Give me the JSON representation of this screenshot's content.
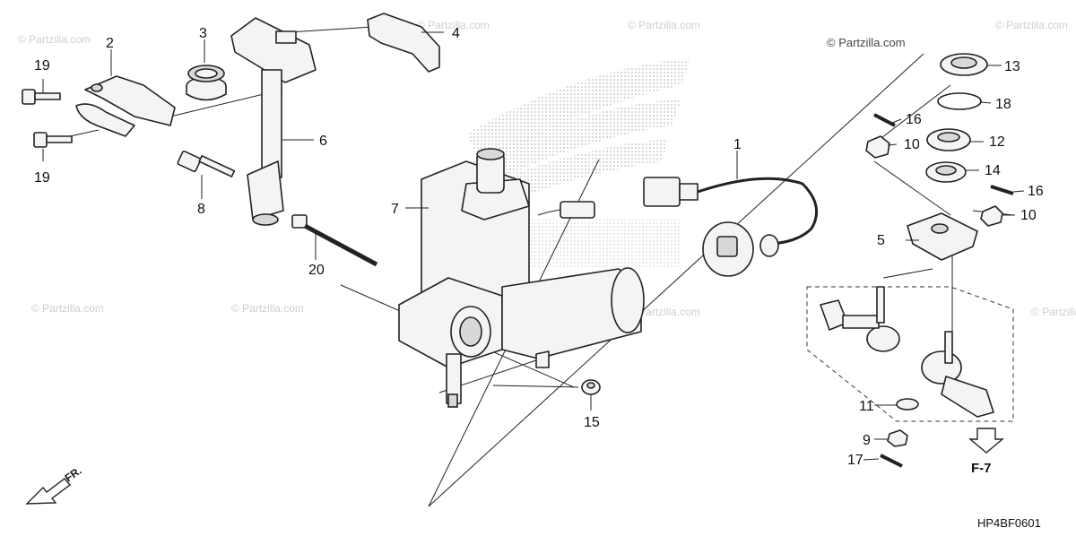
{
  "diagram": {
    "watermark_main": "© Partzilla.com",
    "watermark_repeat": "© Partzilla.com",
    "diagram_code": "HP4BF0601",
    "reference_label": "F-7",
    "front_label": "FR.",
    "callouts": [
      "1",
      "2",
      "3",
      "4",
      "5",
      "6",
      "7",
      "8",
      "9",
      "10",
      "10",
      "11",
      "12",
      "13",
      "14",
      "15",
      "16",
      "16",
      "17",
      "18",
      "19",
      "19",
      "20"
    ]
  }
}
